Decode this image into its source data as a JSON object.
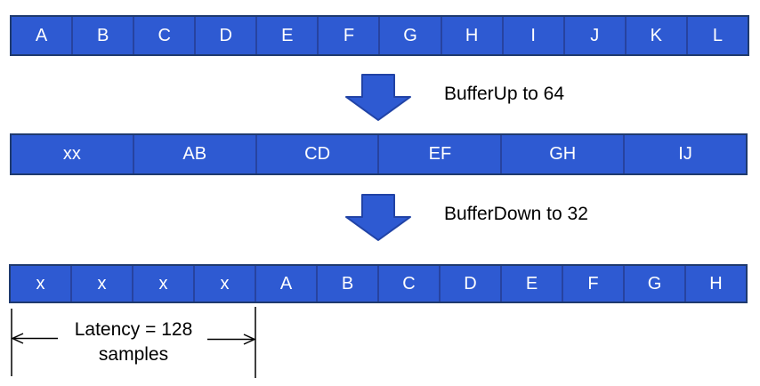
{
  "colors": {
    "cell_fill": "#2e5ad2",
    "cell_divider": "#2743a0",
    "bar_border": "#1f3a6e",
    "arrow_fill": "#2e5ad2",
    "arrow_stroke": "#2143a6",
    "annotation": "#000000",
    "cell_text": "#ffffff"
  },
  "buffers": {
    "input": {
      "cells": [
        "A",
        "B",
        "C",
        "D",
        "E",
        "F",
        "G",
        "H",
        "I",
        "J",
        "K",
        "L"
      ]
    },
    "buffered_up": {
      "cells": [
        "xx",
        "AB",
        "CD",
        "EF",
        "GH",
        "IJ"
      ]
    },
    "buffered_down": {
      "cells": [
        "x",
        "x",
        "x",
        "x",
        "A",
        "B",
        "C",
        "D",
        "E",
        "F",
        "G",
        "H"
      ]
    }
  },
  "steps": {
    "buffer_up_label": "BufferUp to 64",
    "buffer_down_label": "BufferDown to 32"
  },
  "latency": {
    "line1": "Latency = 128",
    "line2": "samples"
  }
}
